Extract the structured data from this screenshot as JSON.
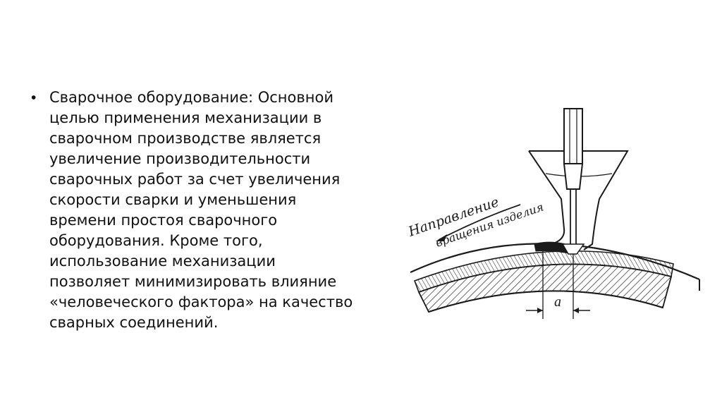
{
  "slide": {
    "bullet_symbol": "•",
    "paragraph": "Сварочное оборудование: Основной\nцелью применения механизации в\nсварочном производстве является\nувеличение производительности\nсварочных работ за счет увеличения\nскорости сварки и уменьшения\nвремени простоя сварочного\nоборудования. Кроме того,\nиспользование механизации\nпозволяет минимизировать влияние\n«человеческого фактора» на качество\nсварных соединений."
  },
  "figure": {
    "label_direction_line1": "Направление",
    "label_direction_line2": "вращения изделия",
    "dimension_label": "а"
  },
  "colors": {
    "text": "#111111",
    "ink": "#1a1a1a",
    "background": "#ffffff"
  }
}
